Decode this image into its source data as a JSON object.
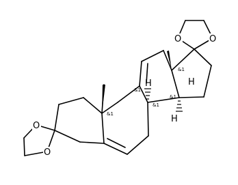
{
  "molecule": {
    "oxygen_labels": [
      "O",
      "O",
      "O",
      "O"
    ],
    "hydrogen_labels": [
      "H",
      "H",
      "H"
    ],
    "stereo_labels": [
      "&1",
      "&1",
      "&1",
      "&1",
      "&1"
    ]
  }
}
